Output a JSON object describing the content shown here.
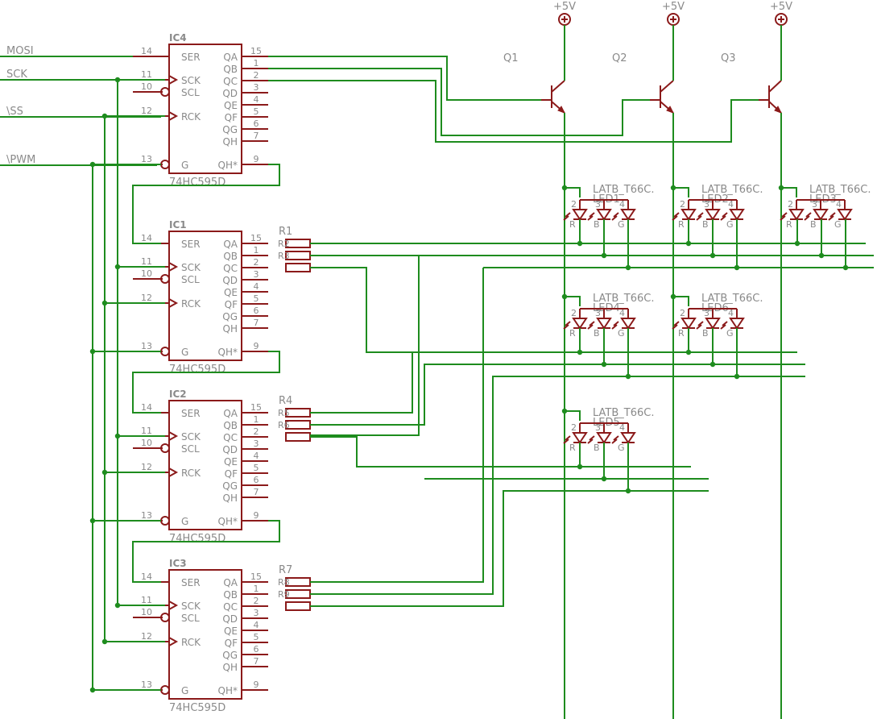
{
  "signals": [
    "MOSI",
    "SCK",
    "\\SS",
    "\\PWM"
  ],
  "ic_type": "74HC595D",
  "ics": [
    {
      "name": "IC4",
      "resistor": ""
    },
    {
      "name": "IC1",
      "resistor": "R1"
    },
    {
      "name": "IC2",
      "resistor": "R4"
    },
    {
      "name": "IC3",
      "resistor": "R7"
    }
  ],
  "left_pins": [
    {
      "num": "14",
      "label": "SER"
    },
    {
      "num": "11",
      "label": "SCK"
    },
    {
      "num": "10",
      "label": "SCL"
    },
    {
      "num": "12",
      "label": "RCK"
    },
    {
      "num": "13",
      "label": "G"
    }
  ],
  "right_pins": [
    {
      "label": "QA",
      "num": "15"
    },
    {
      "label": "QB",
      "num": "1"
    },
    {
      "label": "QC",
      "num": "2"
    },
    {
      "label": "QD",
      "num": "3"
    },
    {
      "label": "QE",
      "num": "4"
    },
    {
      "label": "QF",
      "num": "5"
    },
    {
      "label": "QG",
      "num": "6"
    },
    {
      "label": "QH",
      "num": "7"
    },
    {
      "label": "QH*",
      "num": "9"
    }
  ],
  "resistor_labels": [
    "R2",
    "R3",
    "R5",
    "R6",
    "R8",
    "R9"
  ],
  "transistors": [
    "Q1",
    "Q2",
    "Q3"
  ],
  "supply": "+5V",
  "led_part": "LATB_T66C.",
  "leds": [
    "LED1",
    "LED2",
    "LED3",
    "LED4",
    "LED6",
    "LED5"
  ],
  "led_pins": [
    {
      "letter": "R",
      "num": "2"
    },
    {
      "letter": "B",
      "num": "3"
    },
    {
      "letter": "G",
      "num": "4"
    }
  ]
}
